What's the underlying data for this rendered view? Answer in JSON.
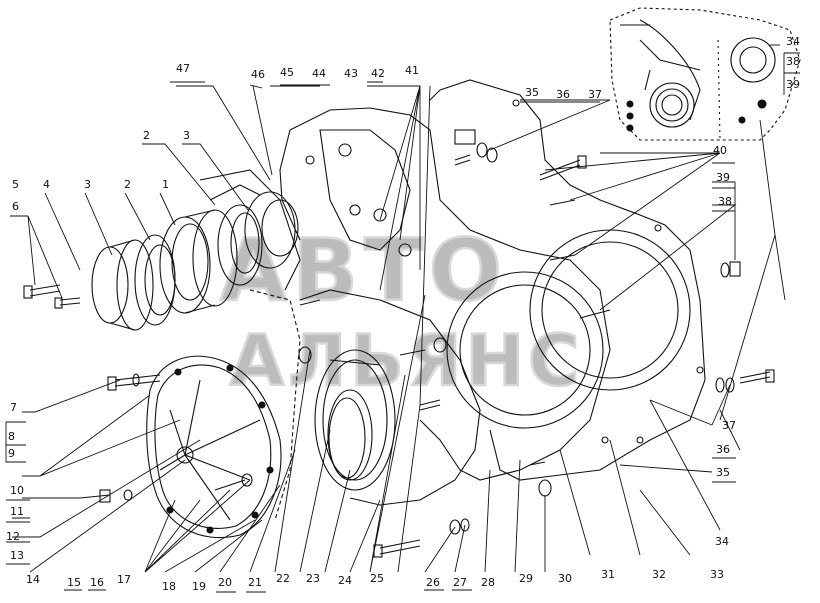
{
  "watermark": {
    "line1": "АВТО",
    "line2": "АЛЬЯНС"
  },
  "callouts": [
    {
      "id": "c5",
      "text": "5"
    },
    {
      "id": "c6",
      "text": "6"
    },
    {
      "id": "c4",
      "text": "4"
    },
    {
      "id": "c3a",
      "text": "3"
    },
    {
      "id": "c2a",
      "text": "2"
    },
    {
      "id": "c1",
      "text": "1"
    },
    {
      "id": "c2b",
      "text": "2"
    },
    {
      "id": "c3b",
      "text": "3"
    },
    {
      "id": "c47",
      "text": "47"
    },
    {
      "id": "c46",
      "text": "46"
    },
    {
      "id": "c45",
      "text": "45"
    },
    {
      "id": "c44",
      "text": "44"
    },
    {
      "id": "c43",
      "text": "43"
    },
    {
      "id": "c42",
      "text": "42"
    },
    {
      "id": "c41",
      "text": "41"
    },
    {
      "id": "c35a",
      "text": "35"
    },
    {
      "id": "c36a",
      "text": "36"
    },
    {
      "id": "c37a",
      "text": "37"
    },
    {
      "id": "c34a",
      "text": "34"
    },
    {
      "id": "c38a",
      "text": "38"
    },
    {
      "id": "c39a",
      "text": "39"
    },
    {
      "id": "c40",
      "text": "40"
    },
    {
      "id": "c39b",
      "text": "39"
    },
    {
      "id": "c38b",
      "text": "38"
    },
    {
      "id": "c7",
      "text": "7"
    },
    {
      "id": "c8",
      "text": "8"
    },
    {
      "id": "c9",
      "text": "9"
    },
    {
      "id": "c10",
      "text": "10"
    },
    {
      "id": "c11",
      "text": "11"
    },
    {
      "id": "c12",
      "text": "12"
    },
    {
      "id": "c13",
      "text": "13"
    },
    {
      "id": "c14",
      "text": "14"
    },
    {
      "id": "c15",
      "text": "15"
    },
    {
      "id": "c16",
      "text": "16"
    },
    {
      "id": "c17",
      "text": "17"
    },
    {
      "id": "c18",
      "text": "18"
    },
    {
      "id": "c19",
      "text": "19"
    },
    {
      "id": "c20",
      "text": "20"
    },
    {
      "id": "c21",
      "text": "21"
    },
    {
      "id": "c22",
      "text": "22"
    },
    {
      "id": "c23",
      "text": "23"
    },
    {
      "id": "c24",
      "text": "24"
    },
    {
      "id": "c25",
      "text": "25"
    },
    {
      "id": "c26",
      "text": "26"
    },
    {
      "id": "c27",
      "text": "27"
    },
    {
      "id": "c28",
      "text": "28"
    },
    {
      "id": "c29",
      "text": "29"
    },
    {
      "id": "c30",
      "text": "30"
    },
    {
      "id": "c31",
      "text": "31"
    },
    {
      "id": "c32",
      "text": "32"
    },
    {
      "id": "c33",
      "text": "33"
    },
    {
      "id": "c34b",
      "text": "34"
    },
    {
      "id": "c35b",
      "text": "35"
    },
    {
      "id": "c36b",
      "text": "36"
    },
    {
      "id": "c37b",
      "text": "37"
    }
  ]
}
